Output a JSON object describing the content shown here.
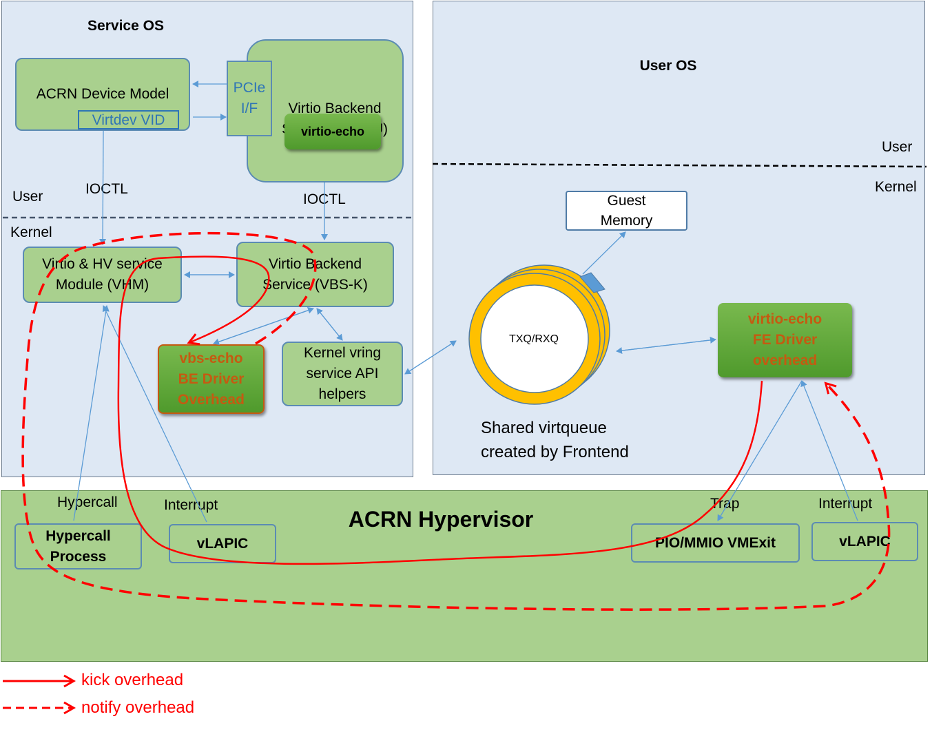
{
  "service_os": {
    "title": "Service OS",
    "user_label": "User",
    "kernel_label": "Kernel",
    "ioctl_left": "IOCTL",
    "ioctl_right": "IOCTL",
    "device_model": {
      "label": "ACRN Device Model",
      "vid": "Virtdev VID"
    },
    "pcie": {
      "line1": "PCIe",
      "line2": "I/F"
    },
    "vbs_u": {
      "line1": "Virtio Backend",
      "line2": "Service (VBS-U)",
      "echo": "virtio-echo"
    },
    "vhm": {
      "line1": "Virtio & HV service",
      "line2": "Module (VHM)"
    },
    "vbs_k": {
      "line1": "Virtio Backend",
      "line2": "Service (VBS-K)"
    },
    "be_driver": {
      "line1": "vbs-echo",
      "line2": "BE Driver",
      "line3": "Overhead"
    },
    "vring": {
      "line1": "Kernel vring",
      "line2": "service API",
      "line3": "helpers"
    }
  },
  "user_os": {
    "title": "User OS",
    "user_label": "User",
    "kernel_label": "Kernel",
    "guest_memory": {
      "line1": "Guest",
      "line2": "Memory"
    },
    "queue_label": "TXQ/RXQ",
    "shared_line1": "Shared virtqueue",
    "shared_line2": "created by Frontend",
    "fe_driver": {
      "line1": "virtio-echo",
      "line2": "FE Driver",
      "line3": "overhead"
    }
  },
  "hypervisor": {
    "title": "ACRN Hypervisor",
    "hypercall_label": "Hypercall",
    "interrupt_left": "Interrupt",
    "trap_label": "Trap",
    "interrupt_right": "Interrupt",
    "hypercall_box": {
      "line1": "Hypercall",
      "line2": "Process"
    },
    "vlapic_left": "vLAPIC",
    "pio_box": "PIO/MMIO VMExit",
    "vlapic_right": "vLAPIC"
  },
  "legend": {
    "kick": "kick overhead",
    "notify": "notify overhead"
  },
  "colors": {
    "region_bg": "#dee8f4",
    "box_green": "#a9d08e",
    "box_border": "#5b8bb3",
    "dark_green": "#4f9a2c",
    "orange_text": "#c55a11",
    "queue_ring": "#ffc000",
    "overhead_red": "#ff0000",
    "connector_blue": "#5b9bd5"
  }
}
